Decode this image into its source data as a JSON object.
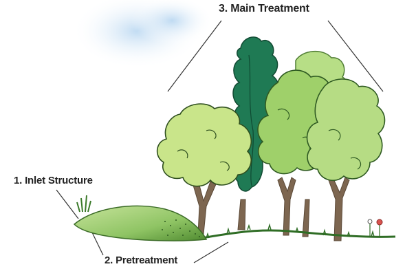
{
  "labels": {
    "main_treatment": "3. Main Treatment",
    "inlet_structure": "1. Inlet Structure",
    "pretreatment": "2. Pretreatment"
  },
  "colors": {
    "sky": "#cfe3f5",
    "berm_light": "#a9d47e",
    "berm_dark": "#5f9a3a",
    "grass": "#2f6d25",
    "tree_light": "#c9e58a",
    "tree_mid": "#9fd06a",
    "tree_green": "#7cc25a",
    "tree_dark": "#1f7a54",
    "trunk": "#7d6650",
    "leader_line": "#333333",
    "flower": "#d9534f"
  },
  "icons": {
    "trees": "deciduous-tree-icon",
    "berm": "grass-berm-icon"
  }
}
